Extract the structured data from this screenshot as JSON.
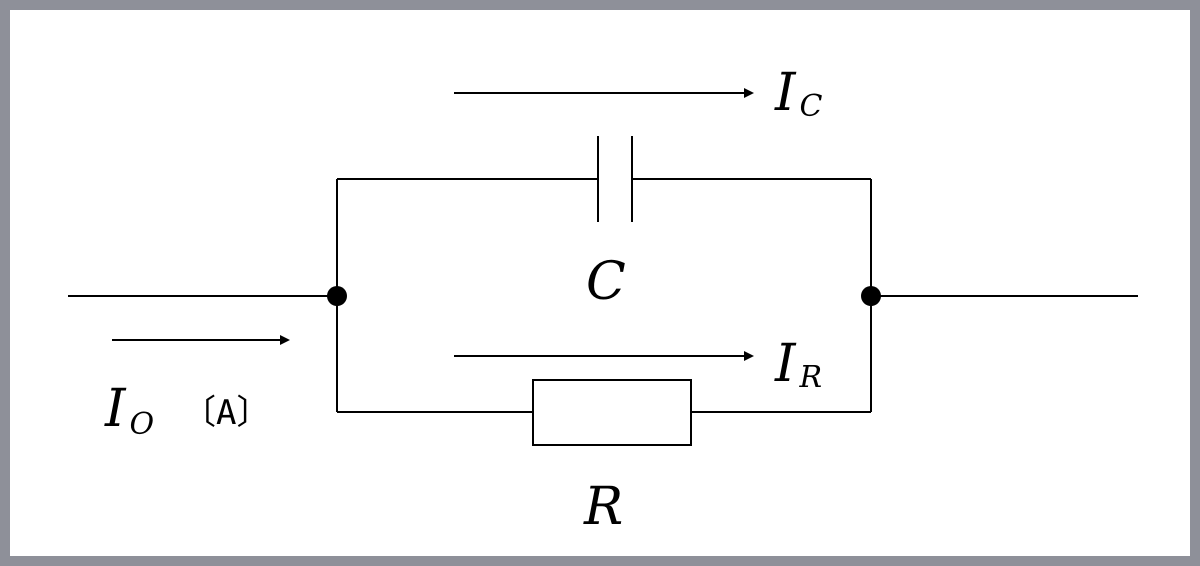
{
  "diagram": {
    "current_total": {
      "main": "I",
      "sub": "O",
      "unit": "〔A〕"
    },
    "current_capacitor": {
      "main": "I",
      "sub": "C"
    },
    "current_resistor": {
      "main": "I",
      "sub": "R"
    },
    "capacitor_label": "C",
    "resistor_label": "R"
  },
  "colors": {
    "frame": "#8e9099",
    "line": "#000000",
    "background": "#ffffff"
  }
}
